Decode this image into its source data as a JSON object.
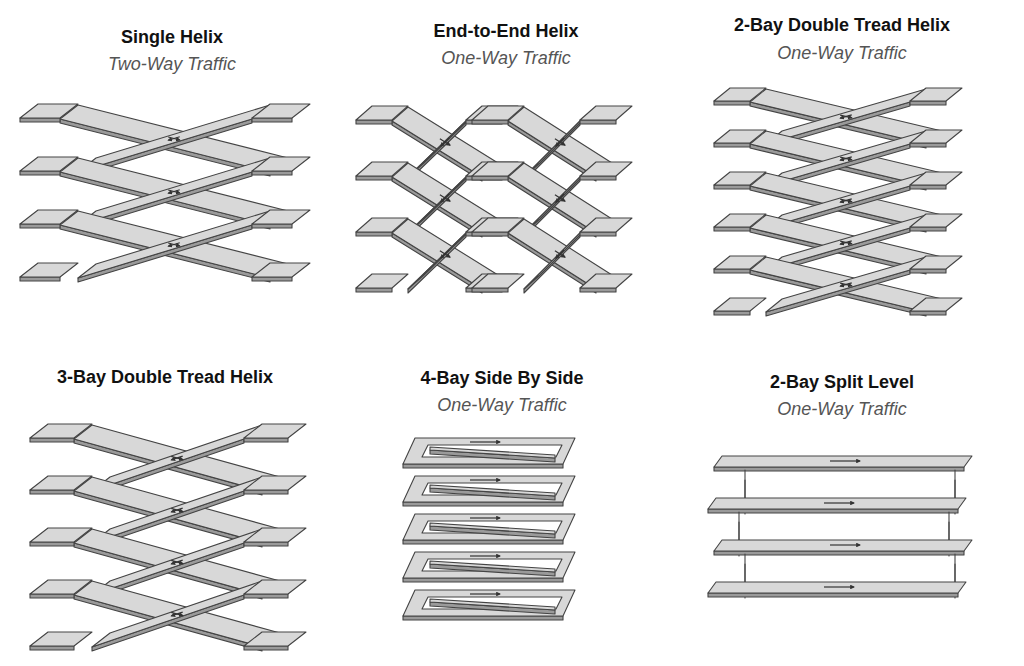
{
  "diagram": {
    "labels": [
      "Single Helix",
      "Two-Way Traffic",
      "End-to-End Helix",
      "One-Way Traffic",
      "2-Bay Double Tread Helix",
      "One-Way Traffic",
      "3-Bay Double Tread Helix",
      "4-Bay Side By Side",
      "One-Way Traffic",
      "2-Bay Split Level",
      "One-Way Traffic"
    ]
  }
}
